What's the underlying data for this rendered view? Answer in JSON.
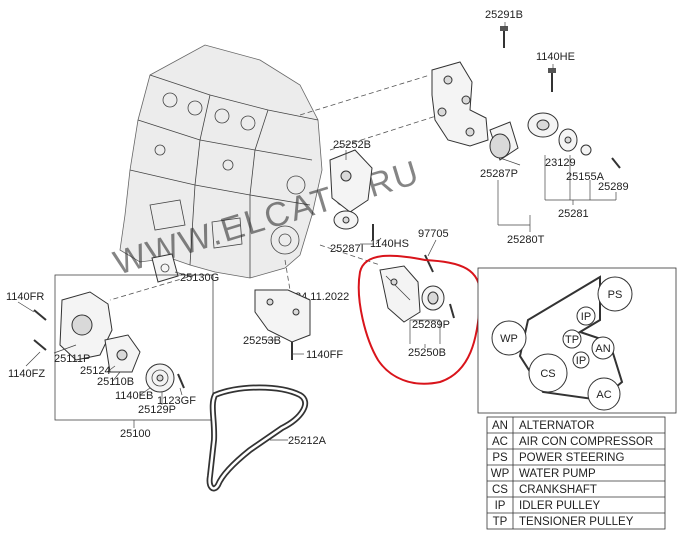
{
  "part_labels": {
    "p25291B": "25291B",
    "p1140HE": "1140HE",
    "p25252B": "25252B",
    "p25287P": "25287P",
    "p23129": "23129",
    "p25155A": "25155A",
    "p25289": "25289",
    "p25281": "25281",
    "p25280T": "25280T",
    "p1140HS": "1140HS",
    "p97705": "97705",
    "p25287I": "25287I",
    "p25130G": "25130G",
    "p1140FR": "1140FR",
    "p25253B": "25253B",
    "p25289P": "25289P",
    "p1140FF": "1140FF",
    "p25111P": "25111P",
    "p25124": "25124",
    "p25110B": "25110B",
    "p25250B": "25250B",
    "p1140FZ": "1140FZ",
    "p1140EB": "1140EB",
    "p1123GF": "1123GF",
    "p25129P": "25129P",
    "p25100": "25100",
    "p25212A": "25212A"
  },
  "belt_circles": {
    "ps": "PS",
    "wp": "WP",
    "ip_top": "IP",
    "tp": "TP",
    "an": "AN",
    "cs": "CS",
    "ip_bottom": "IP",
    "ac": "AC"
  },
  "legend": [
    {
      "code": "AN",
      "desc": "ALTERNATOR"
    },
    {
      "code": "AC",
      "desc": "AIR CON COMPRESSOR"
    },
    {
      "code": "PS",
      "desc": "POWER STEERING"
    },
    {
      "code": "WP",
      "desc": "WATER PUMP"
    },
    {
      "code": "CS",
      "desc": "CRANKSHAFT"
    },
    {
      "code": "IP",
      "desc": "IDLER PULLEY"
    },
    {
      "code": "TP",
      "desc": "TENSIONER PULLEY"
    }
  ],
  "watermark": "WWW.ELCATS.RU",
  "date_stamp": "24.11.2022",
  "colors": {
    "highlight": "#d9141b",
    "line": "#333333"
  }
}
